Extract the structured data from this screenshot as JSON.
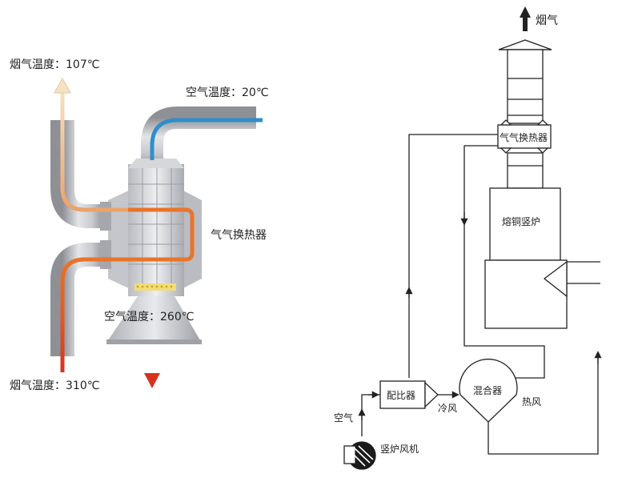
{
  "left": {
    "flue_out_label": "烟气温度：107℃",
    "air_in_label": "空气温度：20℃",
    "heat_exchanger_label": "气气换热器",
    "air_out_label": "空气温度：260℃",
    "flue_in_label": "烟气温度：310℃"
  },
  "right": {
    "flue_top_label": "烟气",
    "heat_exchanger_label": "气气换热器",
    "shaft_furnace_label": "熔铜竖炉",
    "proportioner_label": "配比器",
    "mixer_label": "混合器",
    "cold_air_label": "冷风",
    "hot_air_label": "热风",
    "air_label": "空气",
    "blower_label": "竖炉风机"
  },
  "colors": {
    "hot_flue": "#e8742a",
    "warm_flue": "#f2c88e",
    "flue_inlet": "#d8321e",
    "cold_air": "#2f8fca",
    "hot_air": "#d8321e",
    "line": "#222222"
  }
}
